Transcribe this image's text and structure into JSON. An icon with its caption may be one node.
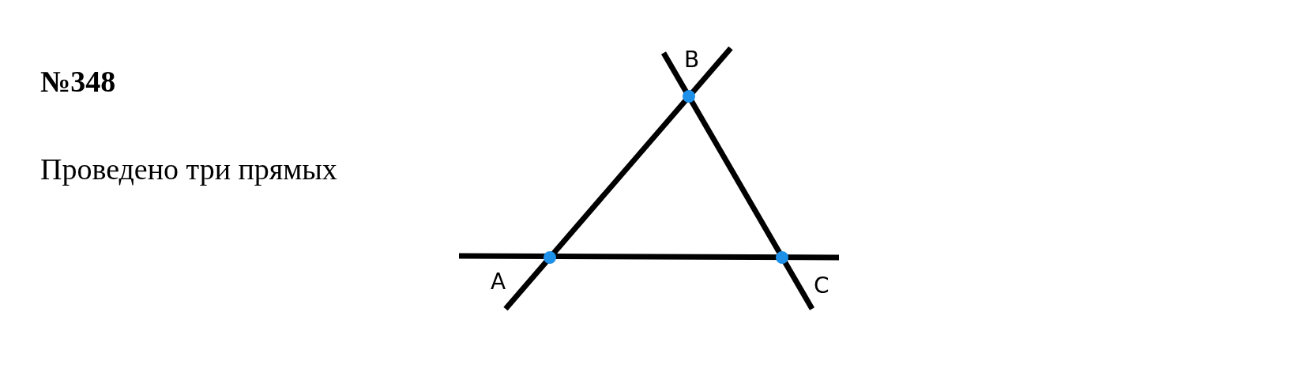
{
  "diagram": {
    "title": "№348",
    "labels": [
      "B",
      "Проведено три прямых",
      "A",
      "C"
    ]
  }
}
